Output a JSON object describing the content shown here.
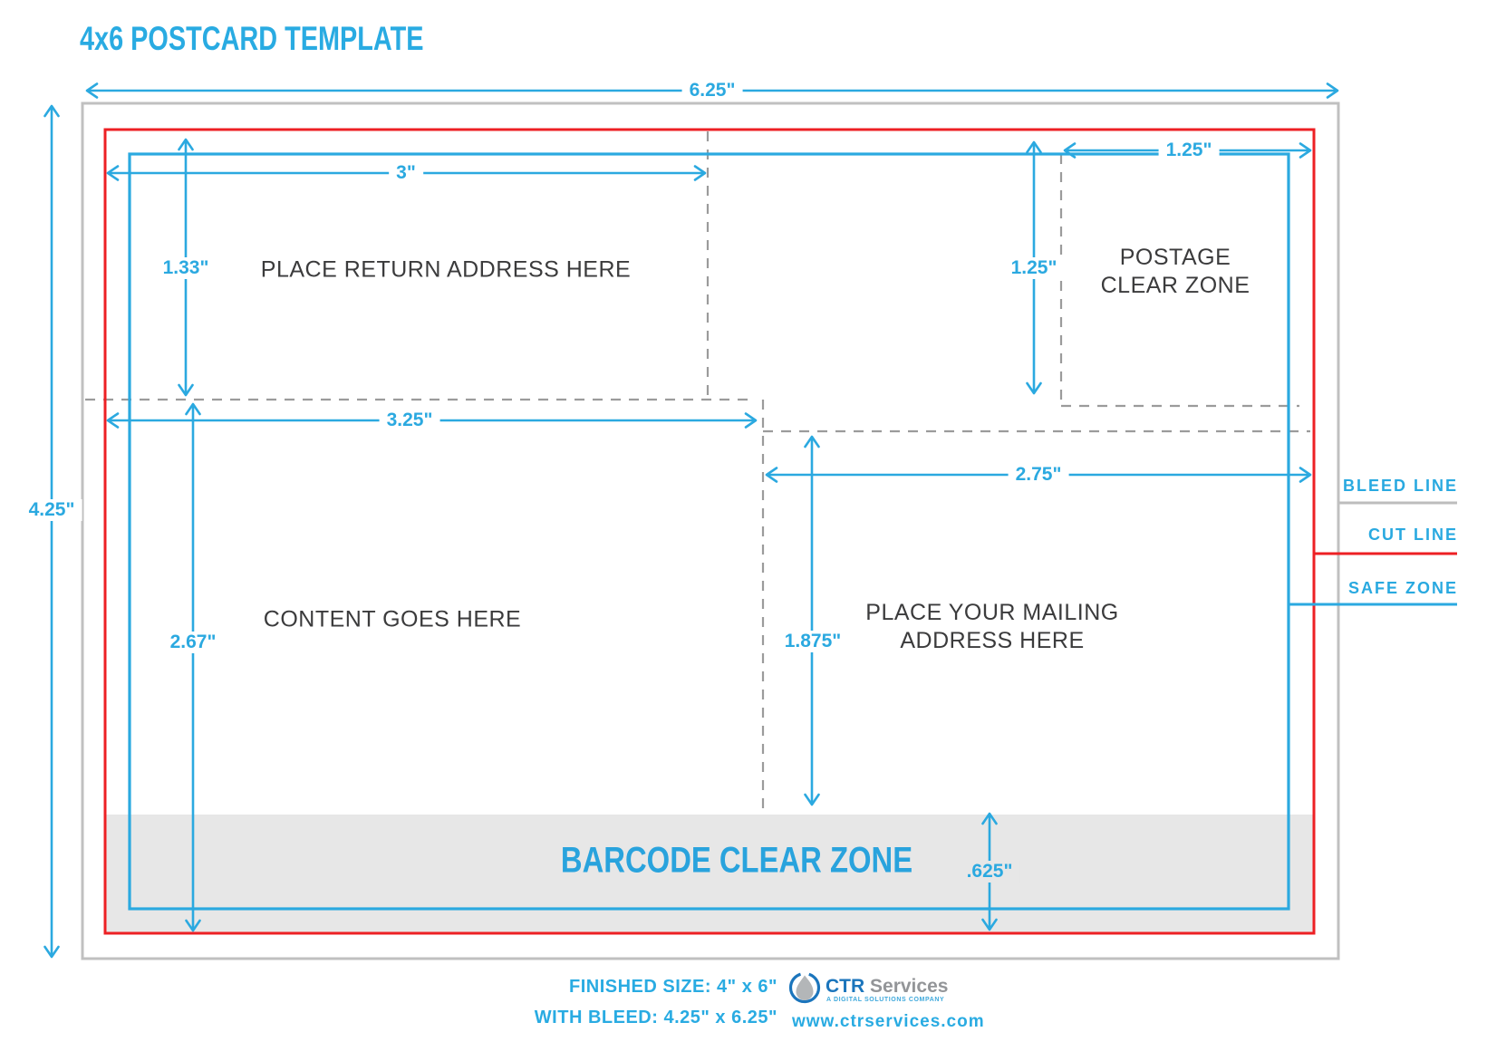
{
  "title": "4x6 POSTCARD TEMPLATE",
  "dimensions": {
    "total_width": "6.25\"",
    "total_height": "4.25\"",
    "return_width": "3\"",
    "return_height": "1.33\"",
    "postage_width": "1.25\"",
    "postage_height": "1.25\"",
    "content_width": "3.25\"",
    "mailing_width": "2.75\"",
    "content_height": "2.67\"",
    "mailing_height": "1.875\"",
    "barcode_height": ".625\""
  },
  "zones": {
    "return_address": "PLACE RETURN ADDRESS HERE",
    "postage_line1": "POSTAGE",
    "postage_line2": "CLEAR ZONE",
    "content": "CONTENT GOES HERE",
    "mailing_line1": "PLACE YOUR MAILING",
    "mailing_line2": "ADDRESS HERE",
    "barcode": "BARCODE CLEAR ZONE"
  },
  "legend": {
    "bleed": "BLEED LINE",
    "cut": "CUT LINE",
    "safe": "SAFE ZONE"
  },
  "footer": {
    "finished_size": "FINISHED SIZE: 4\" x 6\"",
    "with_bleed": "WITH BLEED: 4.25\" x 6.25\"",
    "logo_ctr": "CTR",
    "logo_services": "Services",
    "logo_tagline": "A DIGITAL SOLUTIONS COMPANY",
    "website": "www.ctrservices.com"
  },
  "colors": {
    "accent_cyan": "#29A9E0",
    "cut_red": "#ED1C24",
    "bleed_gray": "#C0C0C0",
    "dash_gray": "#9B9B9B",
    "zone_text": "#3B3B3C",
    "barcode_fill": "#E7E7E7",
    "logo_blue": "#1B75BC",
    "logo_gray": "#939598"
  }
}
